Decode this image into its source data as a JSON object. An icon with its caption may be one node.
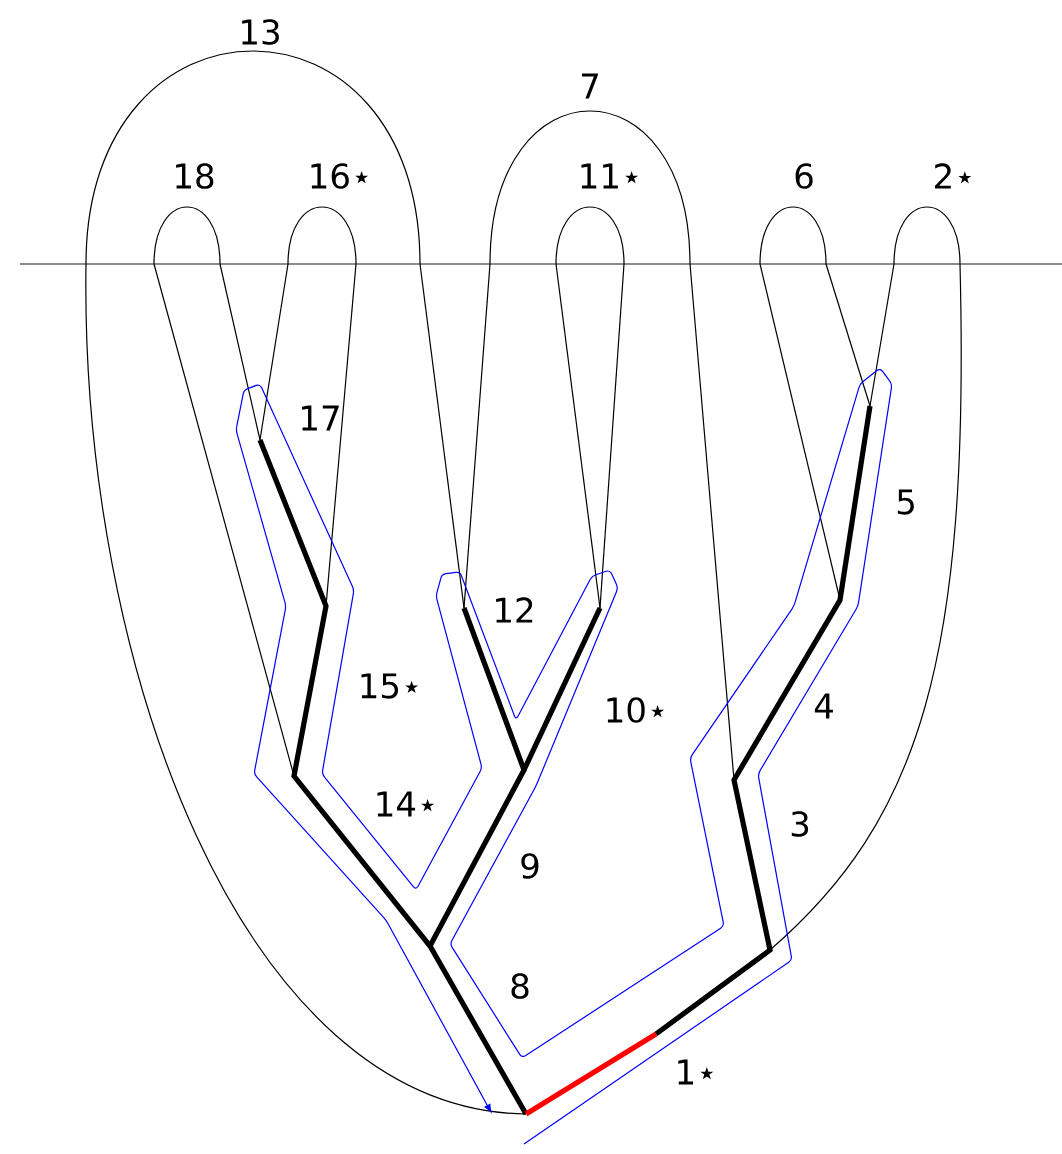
{
  "diagram": {
    "labels": [
      "13",
      "7",
      "18",
      "16⋆",
      "11⋆",
      "6",
      "2⋆",
      "17",
      "5",
      "12",
      "15⋆",
      "10⋆",
      "4",
      "14⋆",
      "9",
      "3",
      "8",
      "1⋆"
    ]
  }
}
